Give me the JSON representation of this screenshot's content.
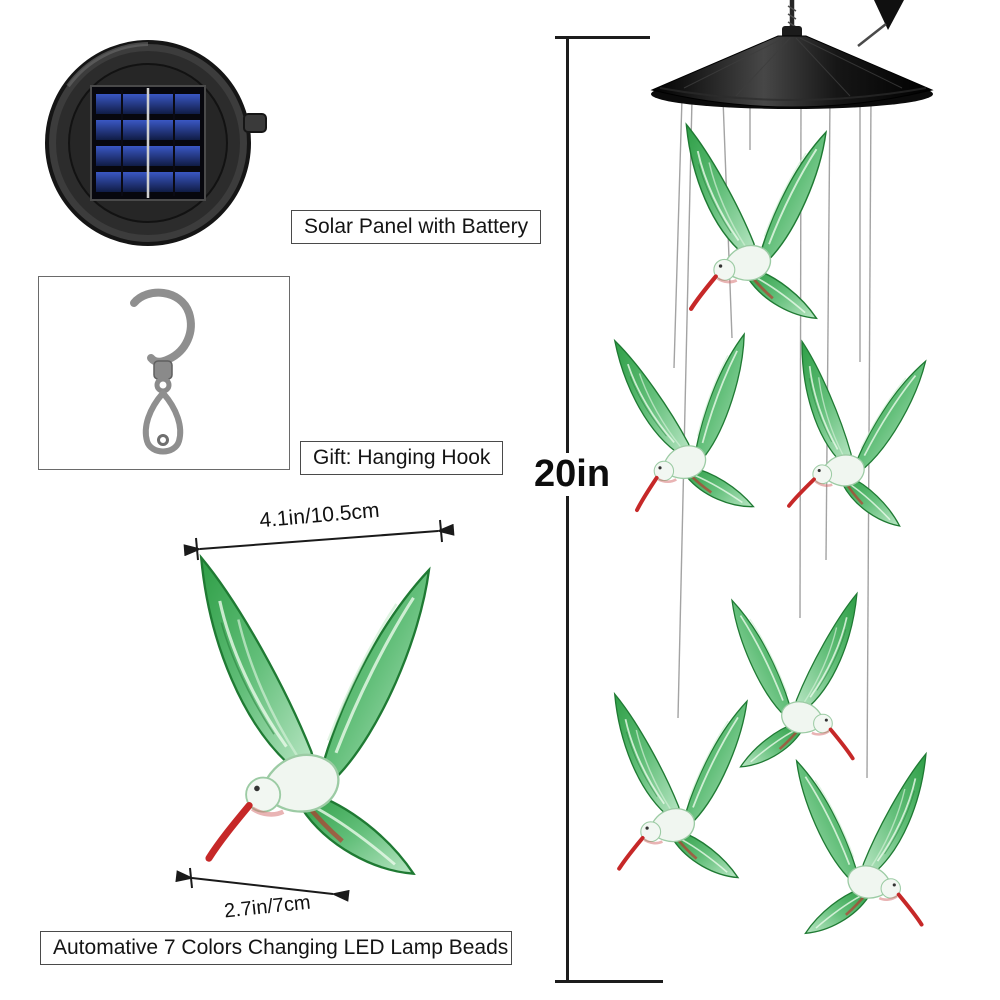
{
  "callouts": {
    "solar_panel": "Solar Panel with Battery",
    "hanging_hook": "Gift: Hanging Hook",
    "led_beads": "Automative 7 Colors Changing LED Lamp Beads"
  },
  "dimensions": {
    "wingspan": "4.1in/10.5cm",
    "tail": "2.7in/7cm",
    "height": "20in"
  },
  "colors": {
    "wing_green_dark": "#2e9e46",
    "wing_green_light": "#b9e6c4",
    "beak_red": "#c62828",
    "canopy_black": "#141414",
    "string_gray": "#a3a3a3",
    "annotation_ink": "#1a1a1a",
    "solar_cell_blue": "#2a4bb0"
  },
  "icons": {
    "solar_panel": "solar-panel-illustration",
    "hanging_hook": "hanging-hook-icon",
    "hummingbird": "hummingbird-icon",
    "canopy": "chime-canopy-icon"
  }
}
